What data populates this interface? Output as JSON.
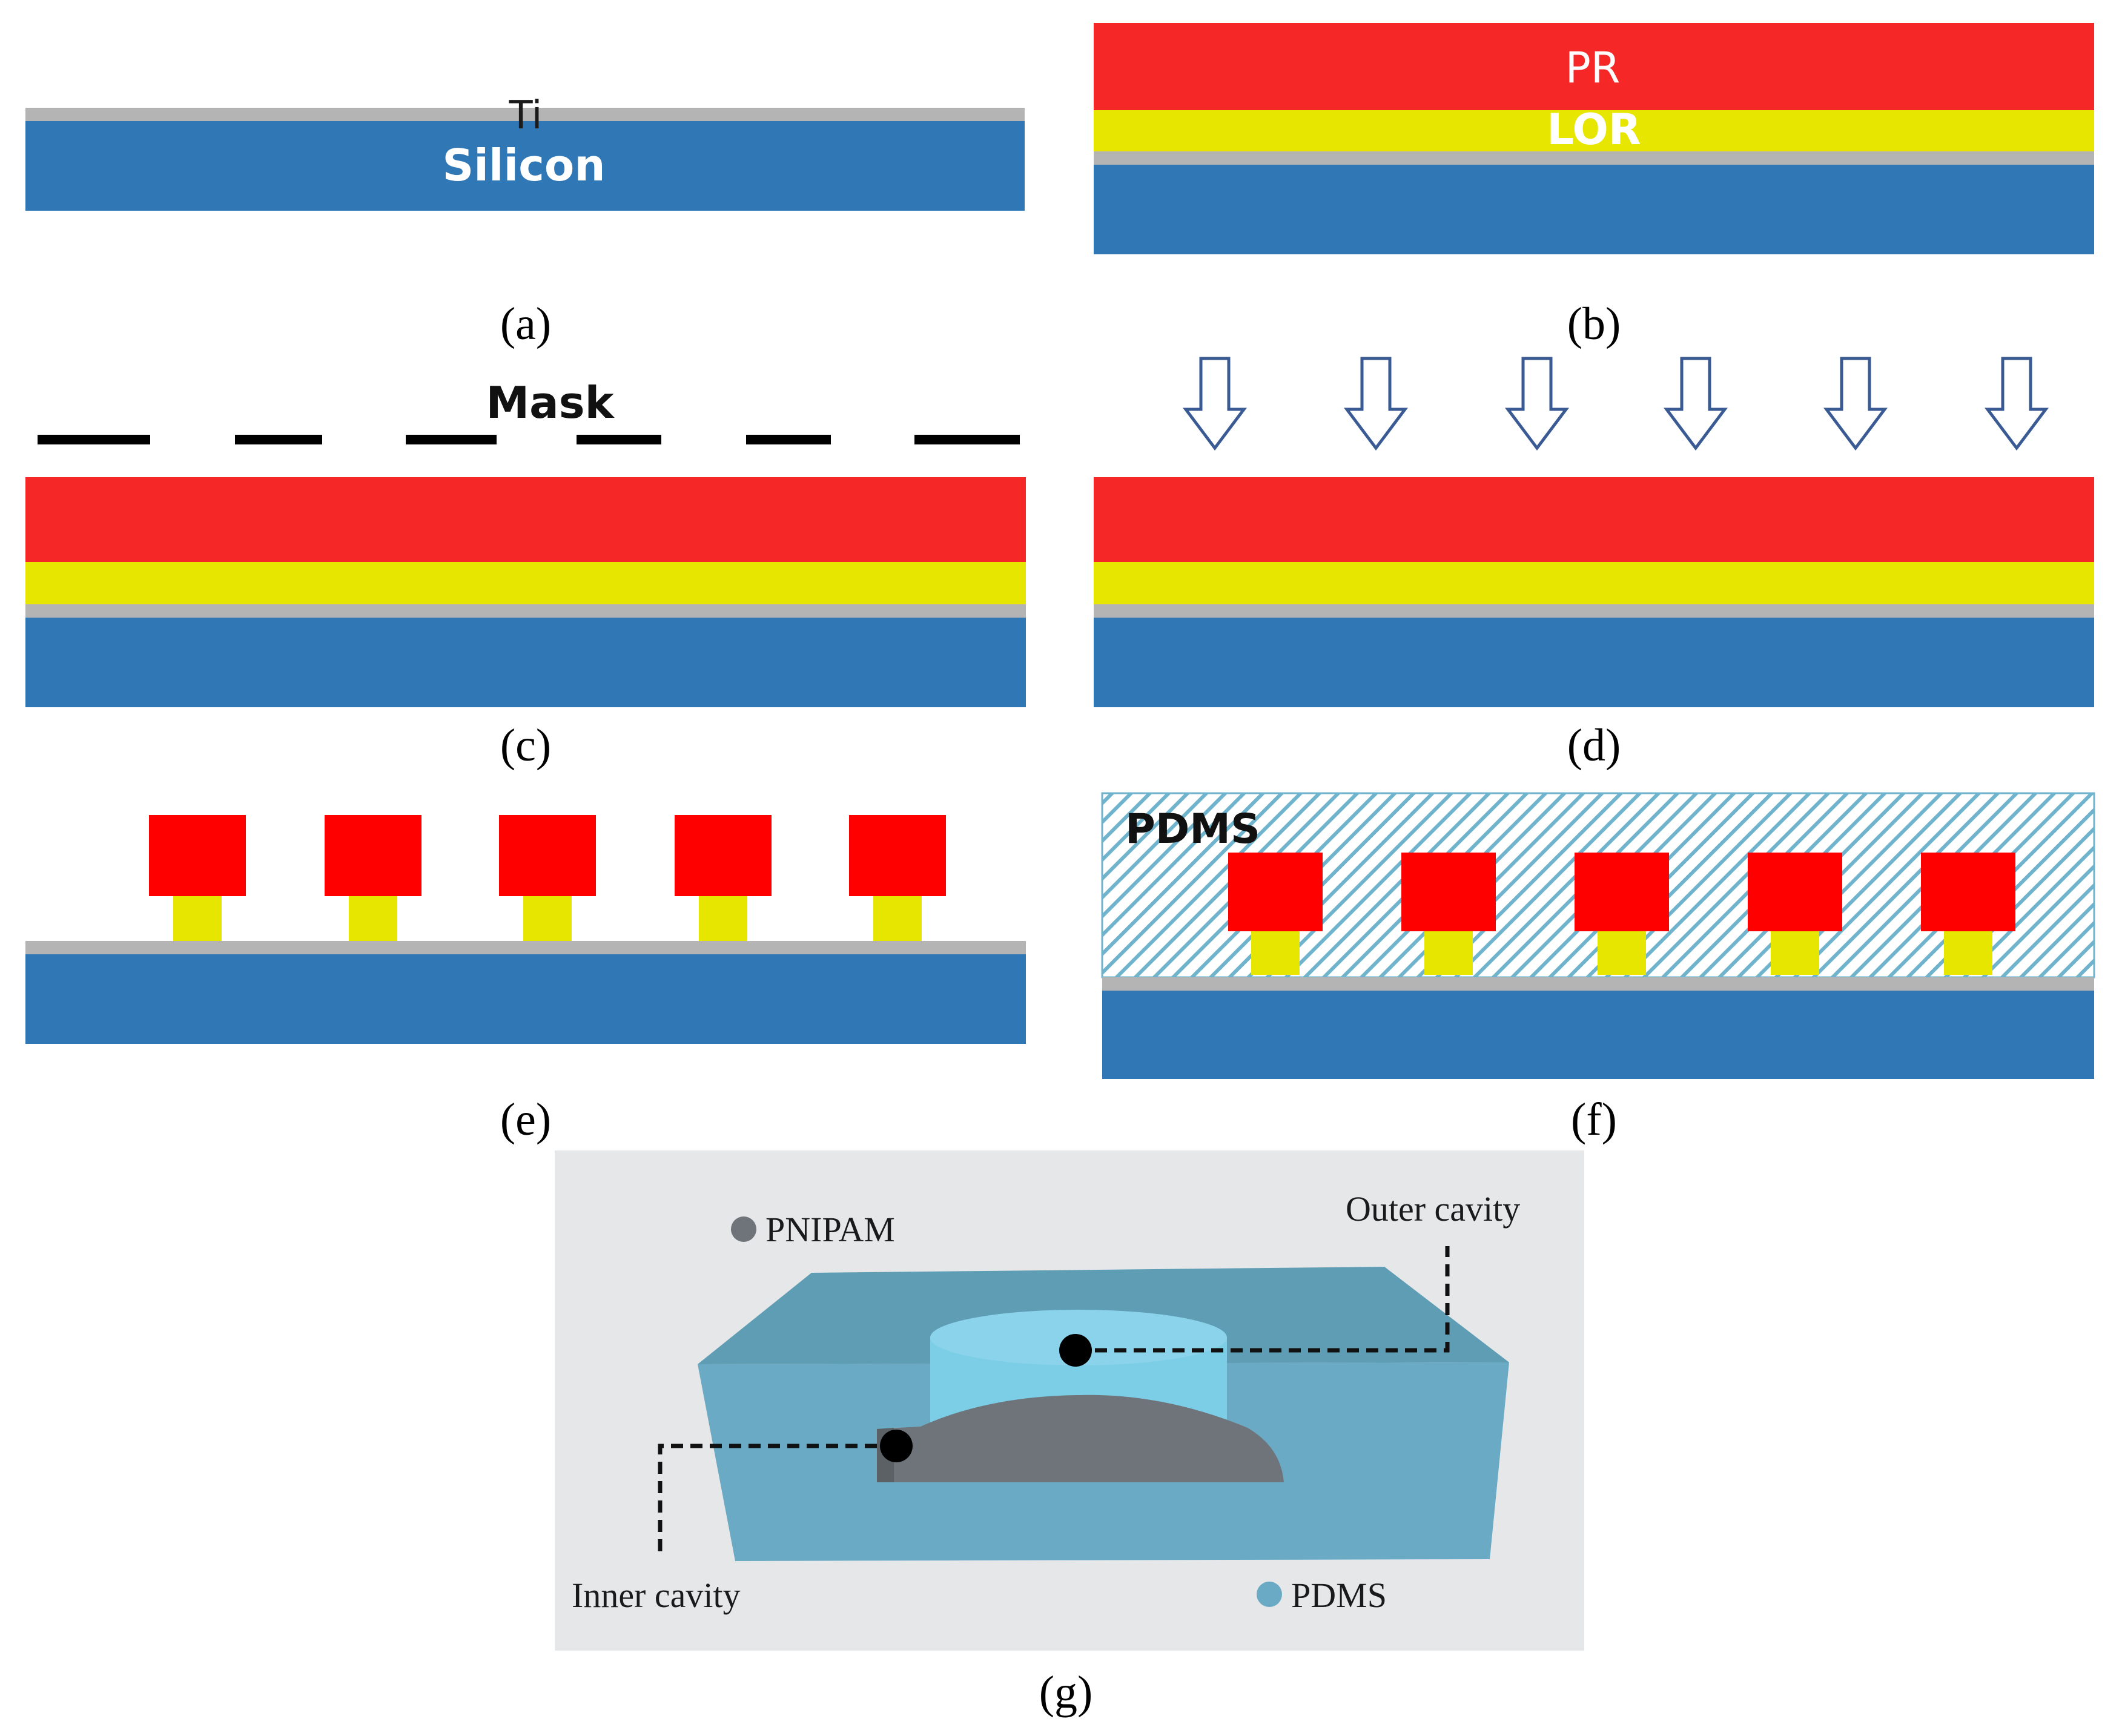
{
  "colors": {
    "silicon": "#3077b6",
    "titanium": "#b4b4b4",
    "photoresist": "#f52727",
    "photoresist_pattern": "#ff0000",
    "lor": "#e6e600",
    "mask": "#000000",
    "arrow": "#3a5a94",
    "pdms_hatch": "#6fb3cc",
    "g_background": "#e6e7e9",
    "g_pdms_front": "#6aaac4",
    "g_pdms_top": "#5e9db3",
    "g_cavity": "#7ccde6",
    "g_pnipam": "#6e747a"
  },
  "panels": {
    "a": {
      "caption": "(a)",
      "ti_label": "Ti",
      "silicon_label": "Silicon"
    },
    "b": {
      "caption": "(b)",
      "pr_label": "PR",
      "lor_label": "LOR"
    },
    "c": {
      "caption": "(c)",
      "mask_label": "Mask"
    },
    "d": {
      "caption": "(d)"
    },
    "e": {
      "caption": "(e)"
    },
    "f": {
      "caption": "(f)",
      "pdms_label": "PDMS"
    },
    "g": {
      "caption": "(g)",
      "pnipam_label": "PNIPAM",
      "outer_cavity_label": "Outer cavity",
      "inner_cavity_label": "Inner cavity",
      "pdms_label": "PDMS"
    }
  },
  "icons": {
    "exposure_arrows": "down-arrow-icon",
    "legend_pnipam": "gray-dot-icon",
    "legend_pdms": "blue-dot-icon"
  }
}
